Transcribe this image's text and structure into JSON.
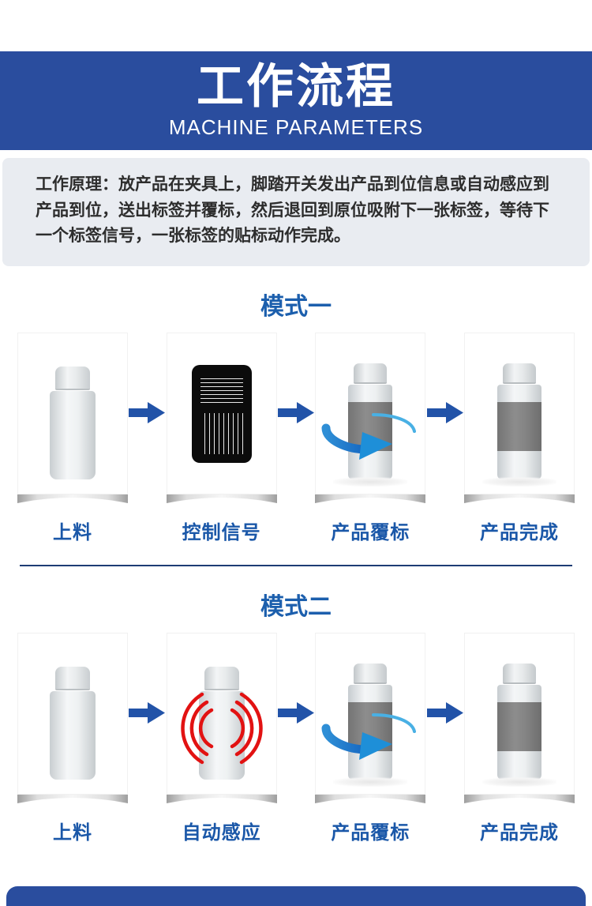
{
  "header": {
    "title": "工作流程",
    "subtitle": "MACHINE PARAMETERS"
  },
  "principle": {
    "text": "工作原理：放产品在夹具上，脚踏开关发出产品到位信息或自动感应到产品到位，送出标签并覆标，然后退回到原位吸附下一张标签，等待下一个标签信号，一张标签的贴标动作完成。"
  },
  "modes": [
    {
      "title": "模式一",
      "steps": [
        {
          "label": "上料",
          "icon": "bottle-icon"
        },
        {
          "label": "控制信号",
          "icon": "foot-pedal-icon"
        },
        {
          "label": "产品覆标",
          "icon": "bottle-rotate-label-icon"
        },
        {
          "label": "产品完成",
          "icon": "labeled-bottle-icon"
        }
      ]
    },
    {
      "title": "模式二",
      "steps": [
        {
          "label": "上料",
          "icon": "bottle-icon"
        },
        {
          "label": "自动感应",
          "icon": "sensor-waves-bottle-icon"
        },
        {
          "label": "产品覆标",
          "icon": "bottle-rotate-label-icon"
        },
        {
          "label": "产品完成",
          "icon": "labeled-bottle-icon"
        }
      ]
    }
  ],
  "colors": {
    "brand_blue": "#2a4d9e",
    "heading_blue": "#1c5fad",
    "label_blue": "#1a57a8",
    "arrow_blue": "#2253a8",
    "sensor_red": "#e01212",
    "panel_bg": "#e9ecf1",
    "divider_navy": "#1d3c74",
    "label_band_gray": "#858585"
  }
}
